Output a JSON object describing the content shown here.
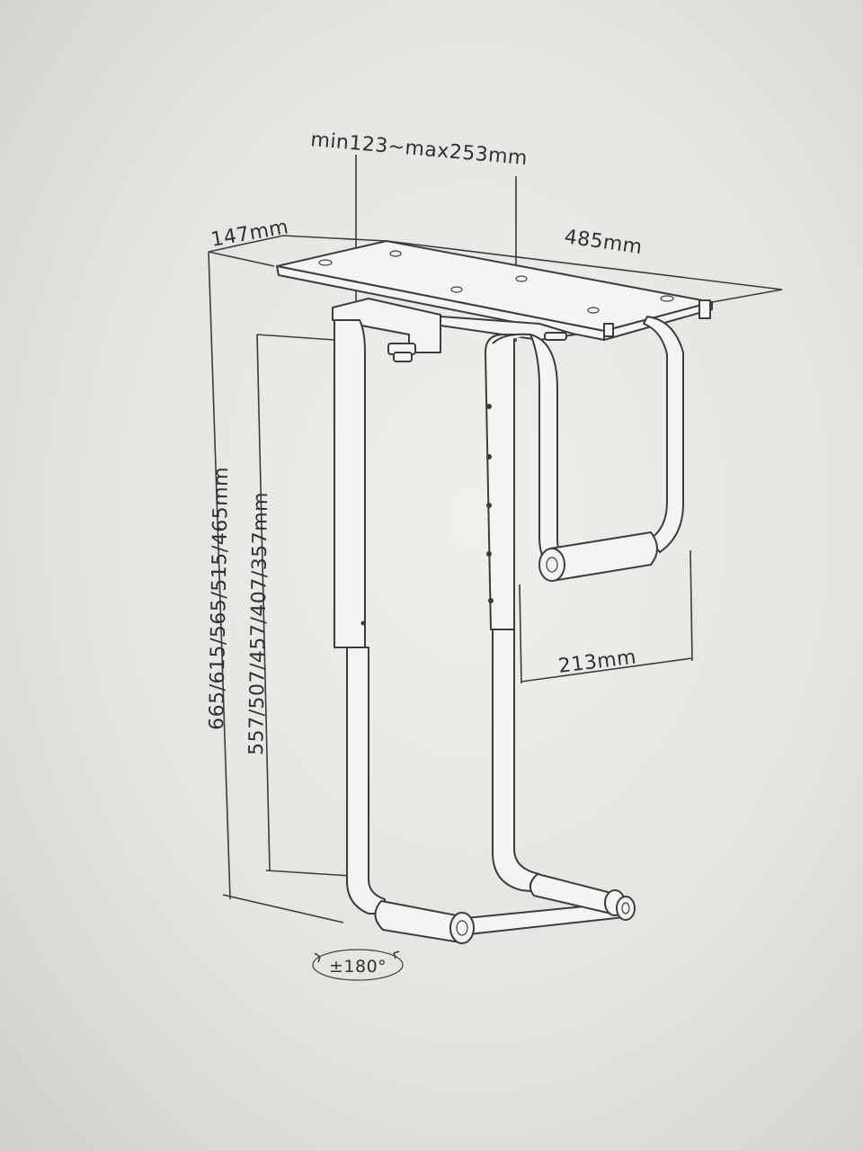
{
  "diagram": {
    "dimensions": {
      "track": "min123~max253mm",
      "depth": "147mm",
      "width": "485mm",
      "clamp": "213mm",
      "total_height": "665/615/565/515/465mm",
      "inner_height": "557/507/457/407/357mm",
      "rotation": "±180°"
    }
  }
}
